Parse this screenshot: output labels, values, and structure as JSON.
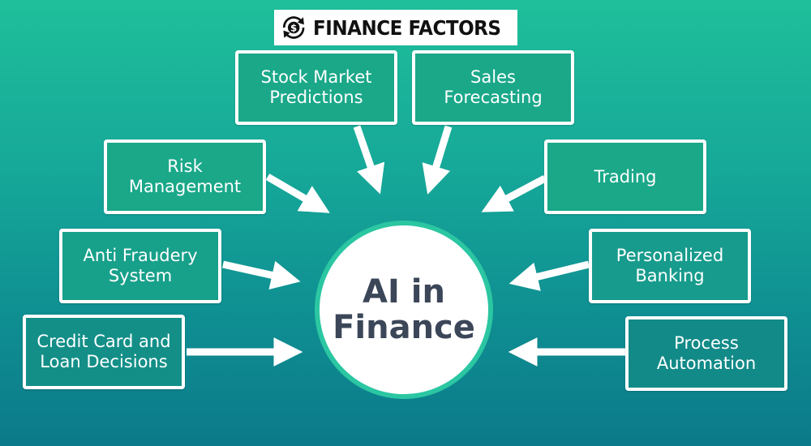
{
  "logo": {
    "text": "FINANCE FACTORS",
    "icon": "dollar-cycle-icon"
  },
  "center": {
    "label": "AI in\nFinance"
  },
  "boxes": {
    "stock_market_predictions": "Stock Market\nPredictions",
    "sales_forecasting": "Sales\nForecasting",
    "risk_management": "Risk\nManagement",
    "trading": "Trading",
    "anti_fraudery_system": "Anti Fraudery\nSystem",
    "personalized_banking": "Personalized\nBanking",
    "credit_card_loan_decisions": "Credit Card and\nLoan Decisions",
    "process_automation": "Process\nAutomation"
  },
  "colors": {
    "background_top": "#1fbf9a",
    "background_bottom": "#0b7a8a",
    "box_fill": "#1aa889",
    "box_border": "#ffffff",
    "center_text": "#3b4658",
    "arrow": "#ffffff"
  }
}
